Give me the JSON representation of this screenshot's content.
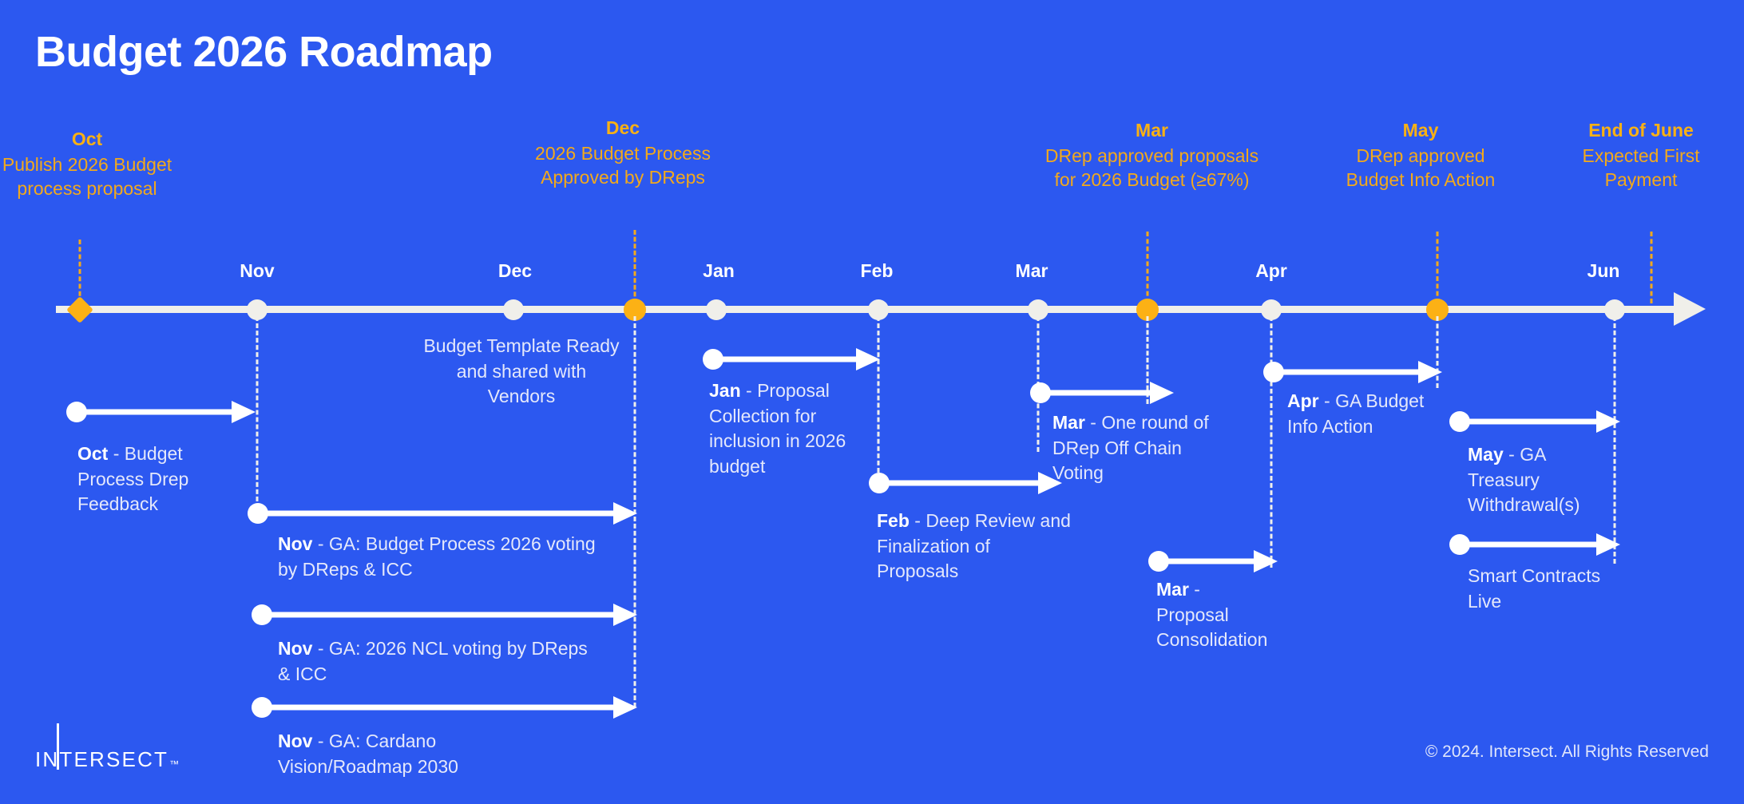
{
  "page": {
    "title": "Budget 2026 Roadmap",
    "background_color": "#2c58f0",
    "accent_color": "#fcb115",
    "text_color": "#ffffff"
  },
  "milestones": [
    {
      "month": "Oct",
      "desc": "Publish 2026 Budget process proposal"
    },
    {
      "month": "Dec",
      "desc": "2026 Budget Process Approved by DReps"
    },
    {
      "month": "Mar",
      "desc": "DRep approved proposals for 2026 Budget (≥67%)"
    },
    {
      "month": "May",
      "desc": "DRep approved Budget Info Action"
    },
    {
      "month": "End of June",
      "desc": "Expected First Payment"
    }
  ],
  "axis": {
    "months": [
      "Nov",
      "Dec",
      "Jan",
      "Feb",
      "Mar",
      "Apr",
      "Jun"
    ]
  },
  "events": [
    {
      "month": "Oct",
      "dash": "-",
      "body": "Budget Process Drep Feedback"
    },
    {
      "month": "Nov",
      "dash": "-",
      "body": "GA: Budget Process 2026 voting by DReps & ICC"
    },
    {
      "month": "Nov",
      "dash": "-",
      "body": "GA: 2026 NCL voting by DReps & ICC"
    },
    {
      "month": "Nov",
      "dash": "-",
      "body": "GA: Cardano Vision/Roadmap 2030"
    },
    {
      "month": "Jan",
      "dash": "-",
      "body": "Proposal Collection for inclusion in 2026 budget"
    },
    {
      "month": "Feb",
      "dash": "-",
      "body": "Deep Review and Finalization of Proposals"
    },
    {
      "month": "Mar",
      "dash": "-",
      "body": "One round of DRep Off Chain Voting"
    },
    {
      "month": "Mar",
      "dash": "-",
      "body": "Proposal Consolidation"
    },
    {
      "month": "Apr",
      "dash": "-",
      "body": "GA Budget Info Action"
    },
    {
      "month": "May",
      "dash": "-",
      "body": "GA Treasury Withdrawal(s)"
    }
  ],
  "captions": [
    {
      "text": "Budget Template Ready and shared with Vendors"
    },
    {
      "text": "Smart Contracts Live"
    }
  ],
  "footer": {
    "logo_text": "INTERSECT",
    "logo_tm": "™",
    "copyright": "© 2024. Intersect. All Rights Reserved"
  }
}
